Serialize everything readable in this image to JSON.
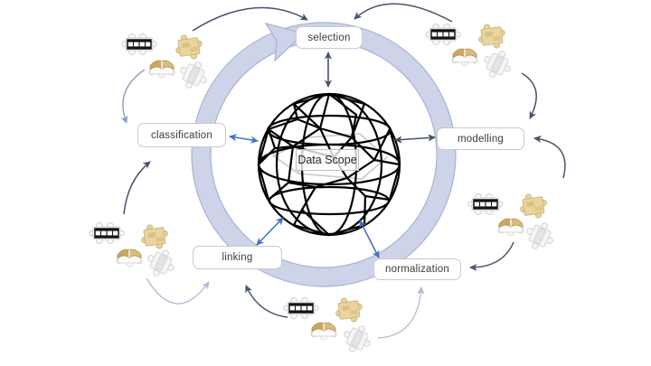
{
  "diagram": {
    "center_label": "Data Scope",
    "stages": [
      {
        "id": "selection",
        "label": "selection"
      },
      {
        "id": "modelling",
        "label": "modelling"
      },
      {
        "id": "normalization",
        "label": "normalization"
      },
      {
        "id": "linking",
        "label": "linking"
      },
      {
        "id": "classification",
        "label": "classification"
      }
    ],
    "colors": {
      "ring_fill": "#CDD3E9",
      "ring_border": "#A9B2D4",
      "stage_arrow_blue": "#4472C4",
      "stage_arrow_dark": "#44546A",
      "resource_arrow_faded": "#A8B6CF",
      "sphere_stroke": "#000000",
      "gold_icon": "#E8D49C",
      "book_icon": "#C9A862"
    },
    "icon_types": [
      "table-puzzle-icon",
      "gold-puzzle-icon",
      "book-puzzle-icon",
      "white-puzzle-icon"
    ]
  }
}
